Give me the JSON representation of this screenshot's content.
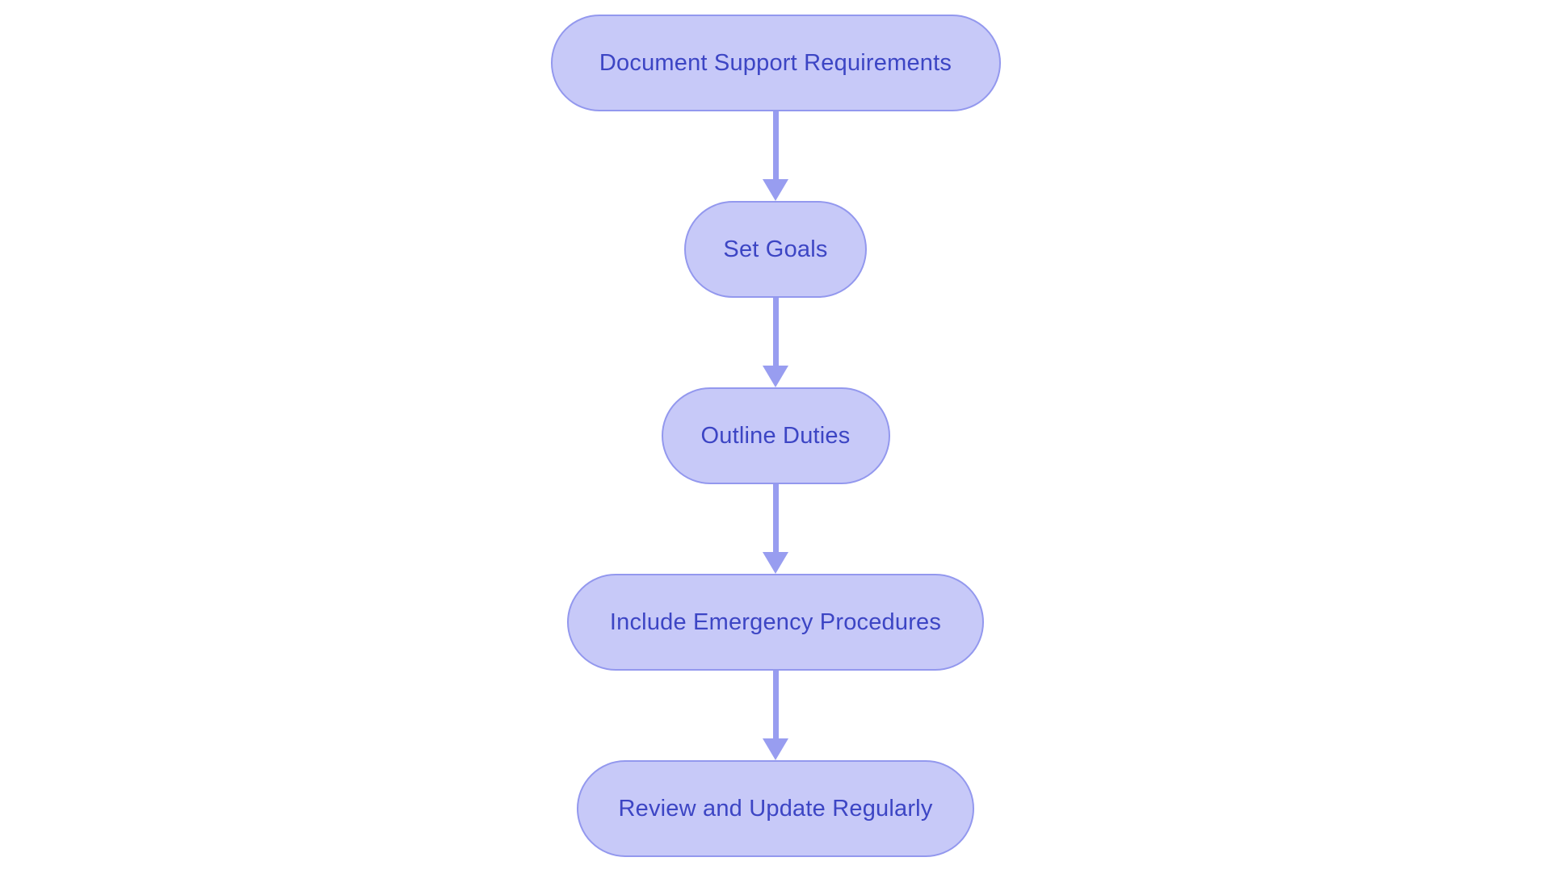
{
  "flowchart": {
    "title": "",
    "background_color": "#ffffff",
    "node_fill_color": "#c7c9f8",
    "node_border_color": "#9398ee",
    "node_text_color": "#3c45c4",
    "arrow_color": "#989df0",
    "nodes": [
      {
        "id": "step-1",
        "label": "Document Support Requirements"
      },
      {
        "id": "step-2",
        "label": "Set Goals"
      },
      {
        "id": "step-3",
        "label": "Outline Duties"
      },
      {
        "id": "step-4",
        "label": "Include Emergency Procedures"
      },
      {
        "id": "step-5",
        "label": "Review and Update Regularly"
      }
    ],
    "edges": [
      {
        "from": "step-1",
        "to": "step-2"
      },
      {
        "from": "step-2",
        "to": "step-3"
      },
      {
        "from": "step-3",
        "to": "step-4"
      },
      {
        "from": "step-4",
        "to": "step-5"
      }
    ]
  }
}
